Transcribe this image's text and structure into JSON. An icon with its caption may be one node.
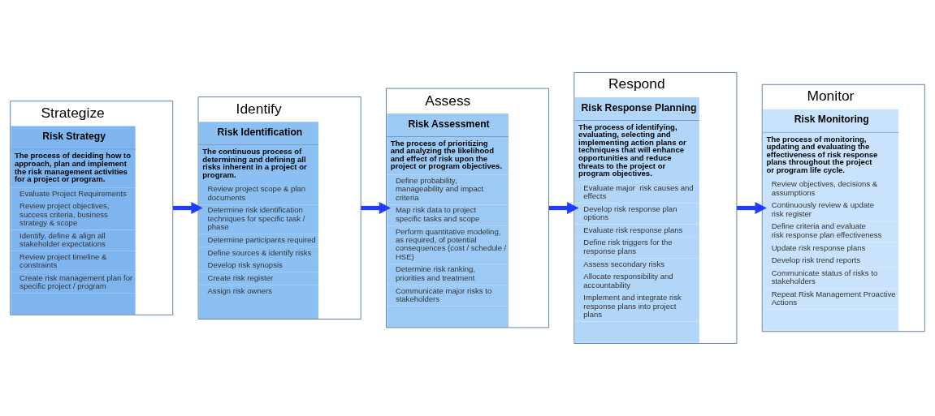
{
  "diagram": {
    "nodes": [
      {
        "text": [
          "Strategize",
          "Risk Strategy",
          "The process of deciding how to approach, plan and implement the risk management activities for a project or program.",
          "Evaluate Project Requirements",
          "Review project objectives, success criteria, business strategy & scope",
          "Identify, define & align all stakeholder expectations",
          "Review project timeline & constraints",
          "Create risk management plan for specific project / program"
        ]
      },
      {
        "text": [
          "Identify",
          "Risk Identification",
          "The continuous process of determining and defining all risks inherent in a project or program.",
          "Review project scope & plan documents",
          "Determine risk identification techniques for specific task / phase",
          "Determine participants required",
          "Define sources & identify risks",
          "Develop risk synopsis",
          "Create risk register",
          "Assign risk owners"
        ]
      },
      {
        "text": [
          "Assess",
          "Risk Assessment",
          "The process of prioritizing and analyzing the likelihood and effect of risk upon the project or program objectives.",
          "Define probability, manageability and impact criteria",
          "Map risk data to project specific tasks and scope",
          "Perform quantitative modeling, as required, of potential consequences (cost / schedule / HSE)",
          "Determine risk ranking, priorities and treatment",
          "Communicate major risks to stakeholders"
        ]
      },
      {
        "text": [
          "Respond",
          "Risk Response Planning",
          "The process of identifying, evaluating, selecting and implementing action plans or techniques that will enhance opportunities and reduce threats to the project or program objectives.",
          "Evaluate major  risk causes and effects",
          "Develop risk response plan options",
          "Evaluate risk response plans",
          "Define risk triggers for the response plans",
          "Assess secondary risks",
          "Allocate responsibility and accountability",
          "Implement and integrate risk response plans into project plans"
        ]
      },
      {
        "text": [
          "Monitor",
          "Risk Monitoring",
          "The process of monitoring, updating and evaluating the effectiveness of risk response plans throughout the project or program life cycle.",
          "Review objectives, decisions & assumptions",
          "Continuously review & update risk register",
          "Define criteria and evaluate risk response plan effectiveness",
          "Update risk response plans",
          "Develop risk trend reports",
          "Communicate status of risks to stakeholders",
          "Repeat Risk Management Proactive Actions"
        ]
      }
    ],
    "edges": [
      {
        "from": 0,
        "to": 1,
        "arrow": "to"
      },
      {
        "from": 1,
        "to": 2,
        "arrow": "to"
      },
      {
        "from": 2,
        "to": 3,
        "arrow": "to"
      },
      {
        "from": 3,
        "to": 4,
        "arrow": "to"
      }
    ]
  }
}
